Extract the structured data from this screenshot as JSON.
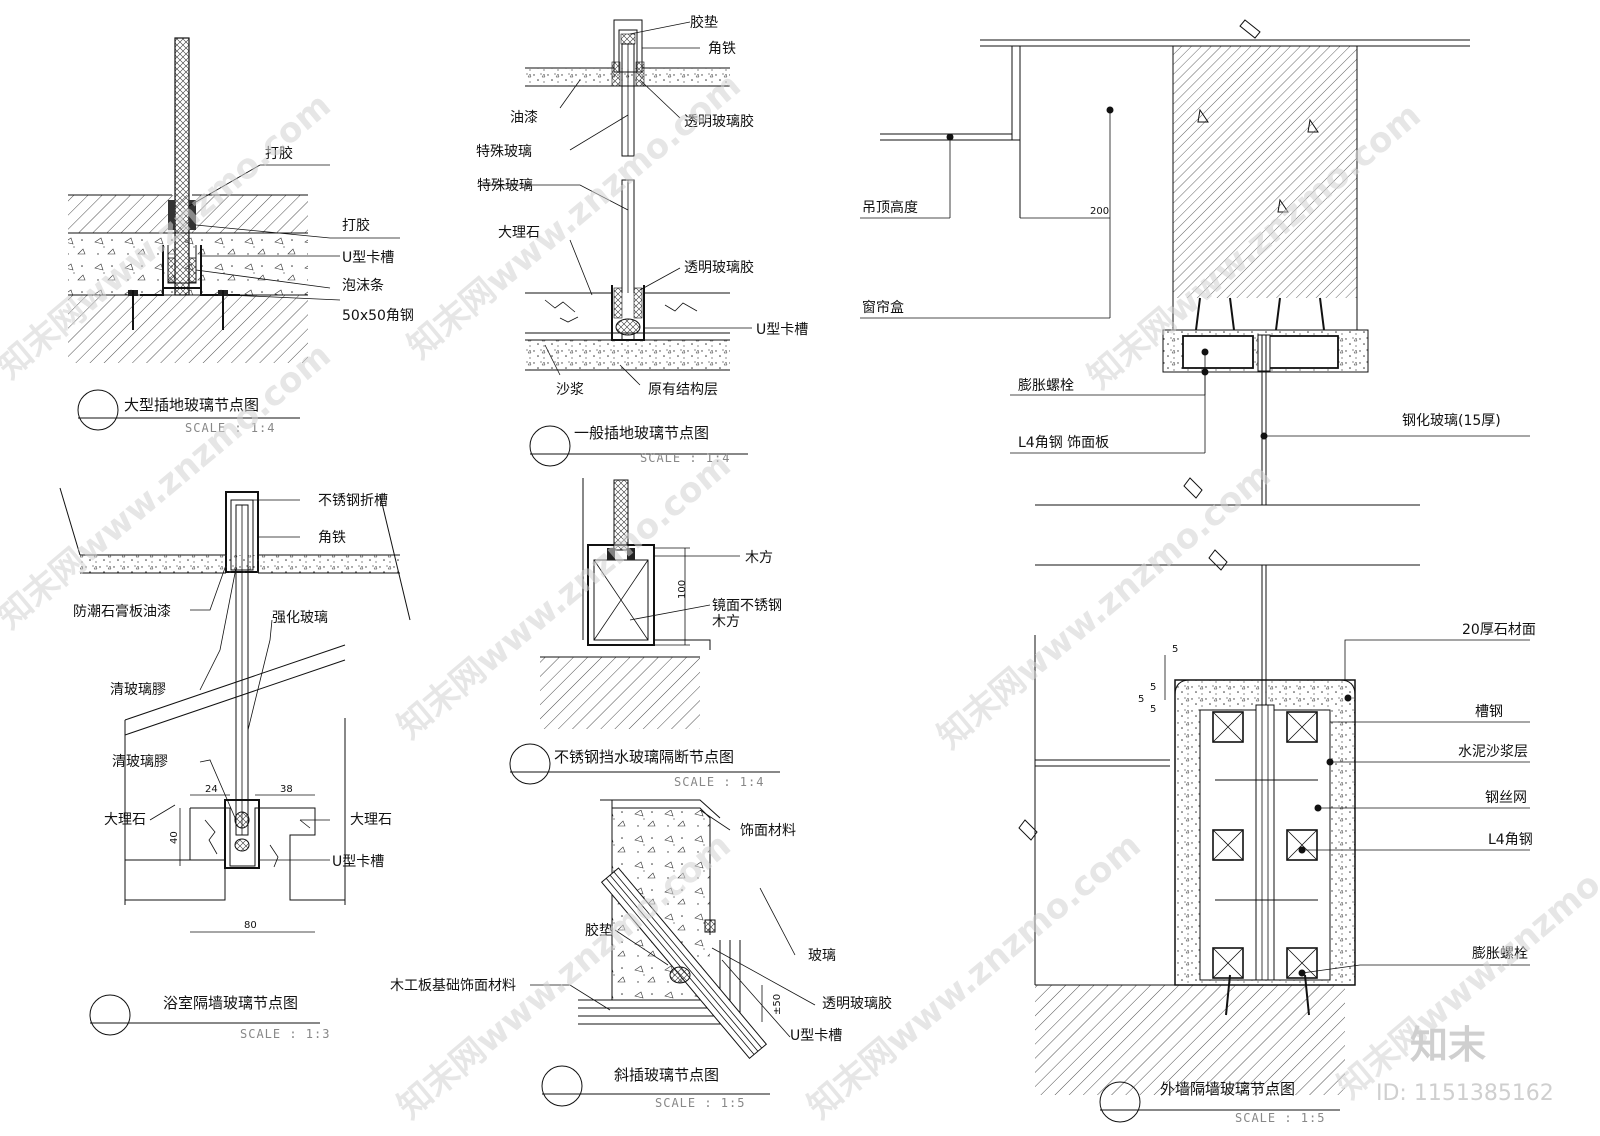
{
  "details": {
    "d1": {
      "title": "大型插地玻璃节点图",
      "scale": "SCALE :   1:4",
      "labels": [
        "打胶",
        "打胶",
        "U型卡槽",
        "泡沫条",
        "50x50角钢"
      ]
    },
    "d2": {
      "title": "一般插地玻璃节点图",
      "scale": "SCALE :   1:4",
      "labels": [
        "胶垫",
        "角铁",
        "油漆",
        "透明玻璃胶",
        "特殊玻璃",
        "特殊玻璃",
        "大理石",
        "透明玻璃胶",
        "U型卡槽",
        "沙浆",
        "原有结构层"
      ]
    },
    "d3": {
      "title": "浴室隔墙玻璃节点图",
      "scale": "SCALE :   1:3",
      "labels": [
        "不锈钢折槽",
        "角铁",
        "防潮石膏板油漆",
        "强化玻璃",
        "清玻璃膠",
        "清玻璃膠",
        "大理石",
        "大理石",
        "U型卡槽"
      ],
      "dims": [
        "24",
        "38",
        "40",
        "80"
      ]
    },
    "d4": {
      "title": "不锈钢挡水玻璃隔断节点图",
      "scale": "SCALE :   1:4",
      "labels": [
        "木方",
        "镜面不锈钢",
        "木方"
      ],
      "dims": [
        "100"
      ]
    },
    "d5": {
      "title": "斜插玻璃节点图",
      "scale": "SCALE :   1:5",
      "labels": [
        "饰面材料",
        "胶垫",
        "玻璃",
        "木工板基础饰面材料",
        "透明玻璃胶",
        "U型卡槽"
      ],
      "dims": [
        "±50"
      ]
    },
    "d6": {
      "title": "外墙隔墙玻璃节点图",
      "scale": "SCALE :   1:5",
      "labels": [
        "吊顶高度",
        "窗帘盒",
        "膨胀螺栓",
        "L4角钢 饰面板",
        "钢化玻璃(15厚)",
        "20厚石材面",
        "槽钢",
        "水泥沙浆层",
        "钢丝网",
        "L4角钢",
        "膨胀螺栓"
      ],
      "dims": [
        "200",
        "5",
        "5",
        "5",
        "5"
      ]
    }
  },
  "watermark": {
    "text": "知末网www.znzmo.com",
    "brand": "知末",
    "id_text": "ID: 1151385162"
  }
}
